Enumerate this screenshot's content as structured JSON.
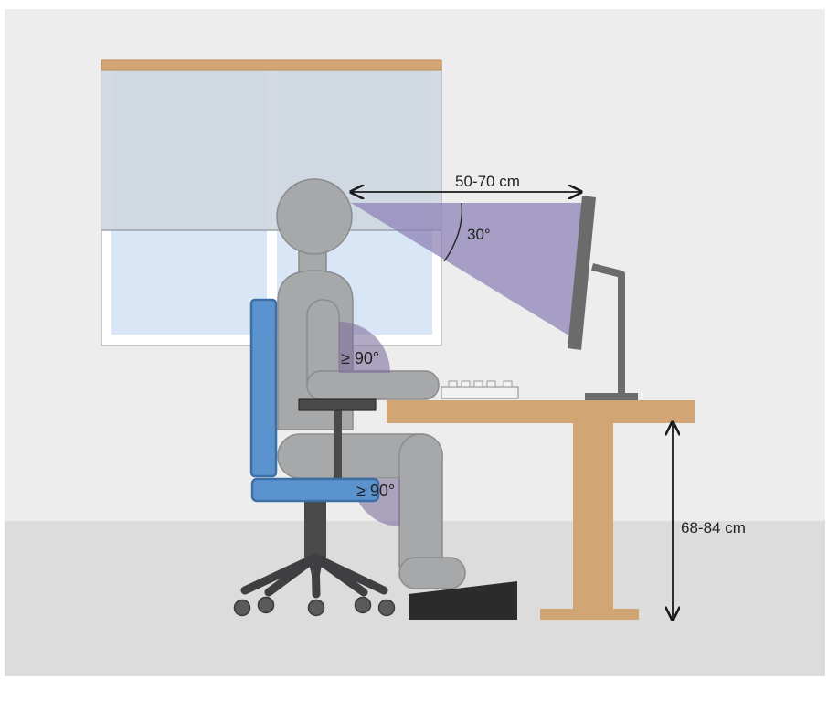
{
  "labels": {
    "viewing_distance": "50-70 cm",
    "viewing_angle": "30°",
    "elbow_angle": "≥ 90°",
    "knee_angle": "≥ 90°",
    "desk_height": "68-84 cm"
  },
  "colors": {
    "wall": "#ededed",
    "floor": "#dcdcdd",
    "window_frame": "#ffffff",
    "window_blind": "#cfd7e0",
    "window_glass": "#d8e6f5",
    "window_rail": "#d3a574",
    "body": "#a7a8aa",
    "body_outline": "#8a8b8d",
    "chair_blue": "#5b93cf",
    "chair_blue_dark": "#3c6fa5",
    "chair_dark": "#3f3f41",
    "desk": "#d2a574",
    "monitor": "#6b6b6b",
    "sight_cone": "#8c7fb5",
    "angle_wedge": "#7f6f9f",
    "footrest": "#2b2b2b",
    "arrow": "#1a1a1a"
  }
}
